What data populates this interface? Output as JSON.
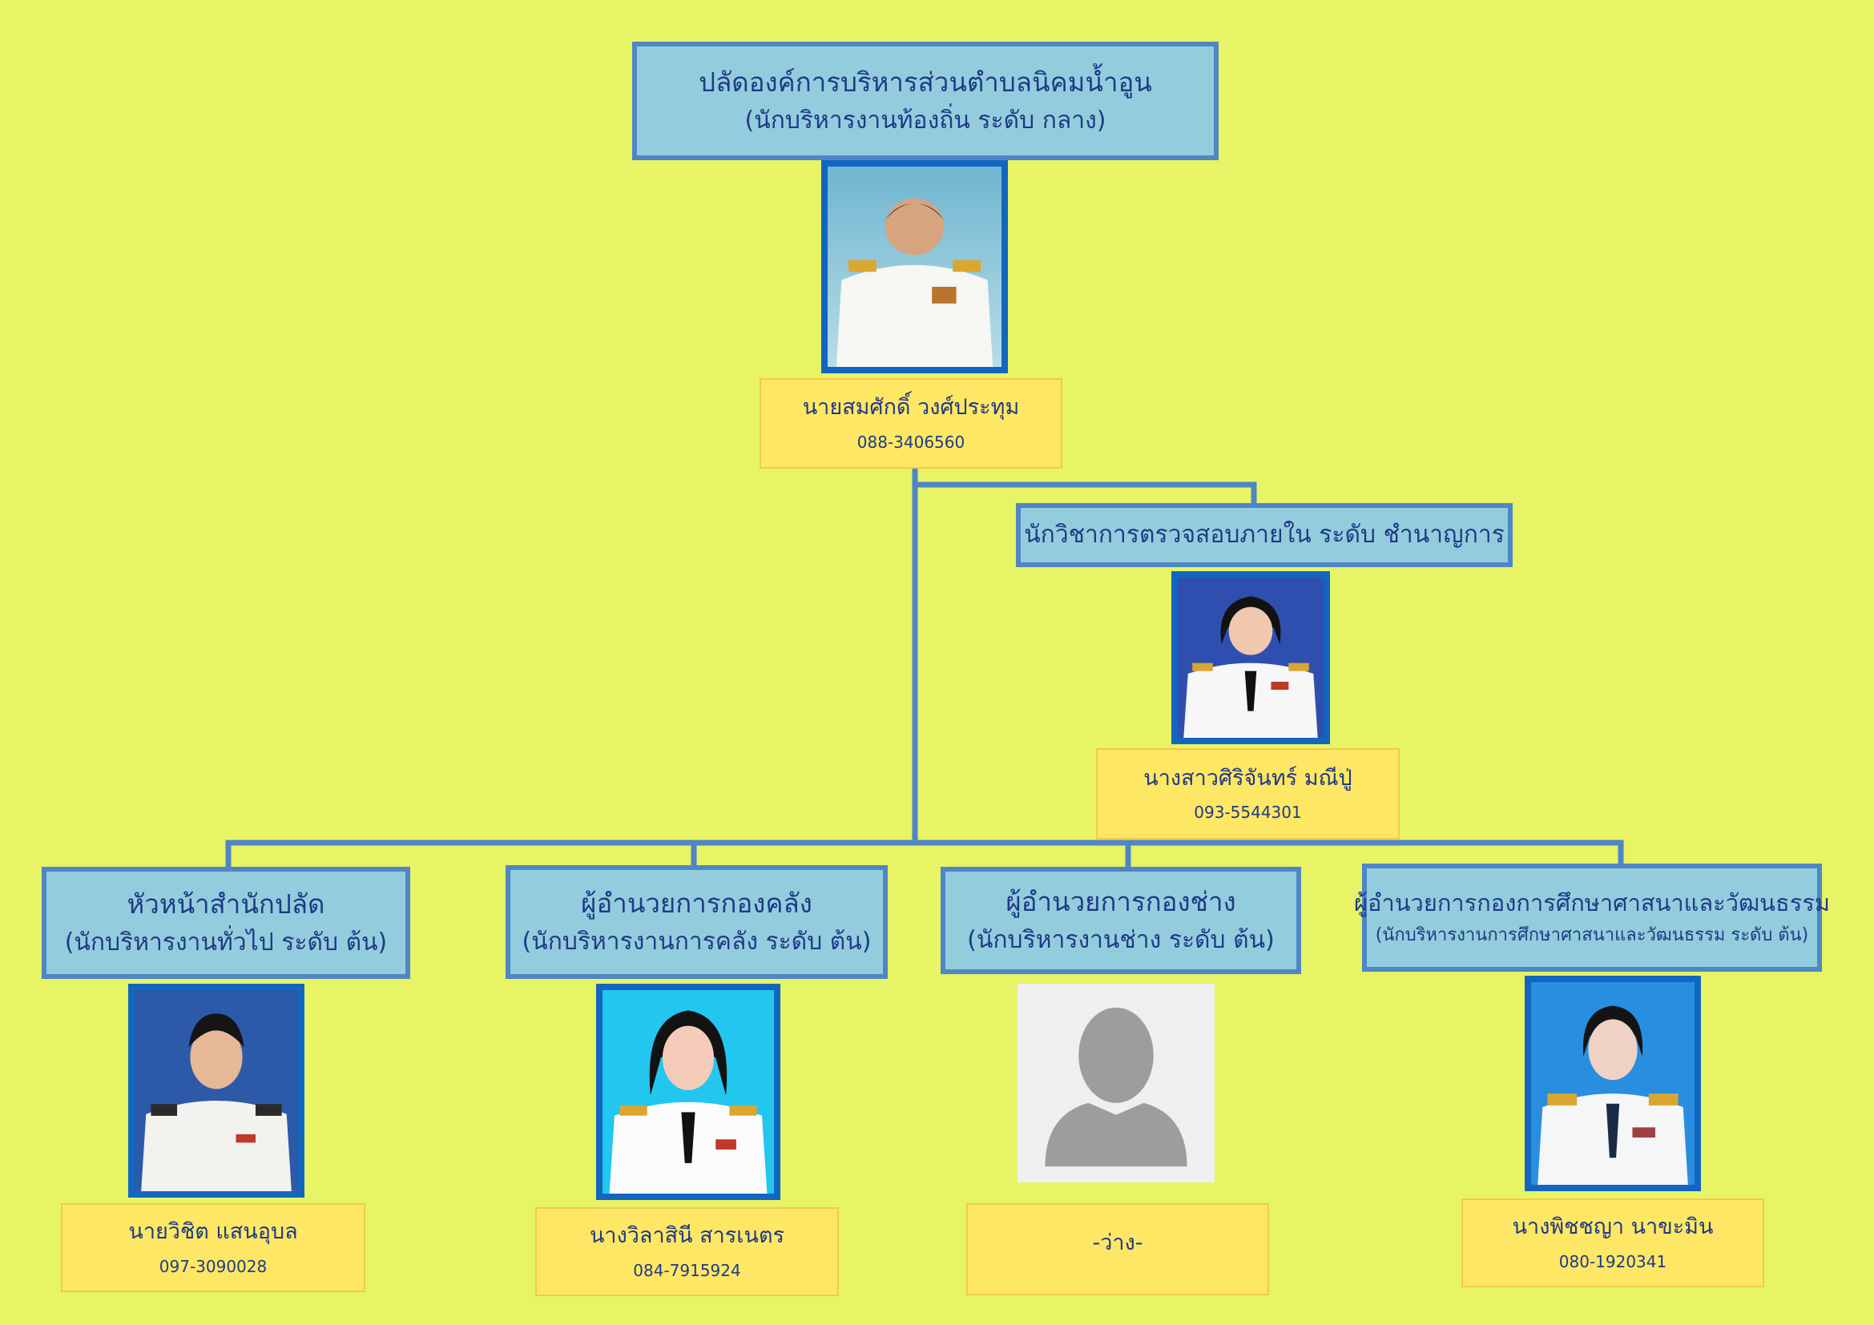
{
  "top": {
    "position": "ปลัดองค์การบริหารส่วนตำบลนิคมน้ำอูน",
    "level": "(นักบริหารงานท้องถิ่น ระดับ กลาง)",
    "name": "นายสมศักดิ์  วงศ์ประทุม",
    "phone": "088-3406560"
  },
  "audit": {
    "position": "นักวิชาการตรวจสอบภายใน ระดับ ชำนาญการ",
    "name": "นางสาวศิริจันทร์  มณีปู่",
    "phone": "093-5544301"
  },
  "divisions": [
    {
      "position": "หัวหน้าสำนักปลัด",
      "level": "(นักบริหารงานทั่วไป ระดับ ต้น)",
      "name": "นายวิชิต  แสนอุบล",
      "phone": "097-3090028"
    },
    {
      "position": "ผู้อำนวยการกองคลัง",
      "level": "(นักบริหารงานการคลัง ระดับ ต้น)",
      "name": "นางวิลาสินี  สารเนตร",
      "phone": "084-7915924"
    },
    {
      "position": "ผู้อำนวยการกองช่าง",
      "level": "(นักบริหารงานช่าง ระดับ ต้น)",
      "name": "-ว่าง-",
      "phone": ""
    },
    {
      "position": "ผู้อำนวยการกองการศึกษาศาสนาและวัฒนธรรม",
      "level": "(นักบริหารงานการศึกษาศาสนาและวัฒนธรรม ระดับ ต้น)",
      "name": "นางพิชชญา  นาขะมิน",
      "phone": "080-1920341"
    }
  ],
  "colors": {
    "background": "#e6f466",
    "title_fill": "#93cddd",
    "title_border": "#4f86c6",
    "name_fill": "#fde765",
    "connector": "#4f86c6",
    "text": "#1f3a86"
  }
}
